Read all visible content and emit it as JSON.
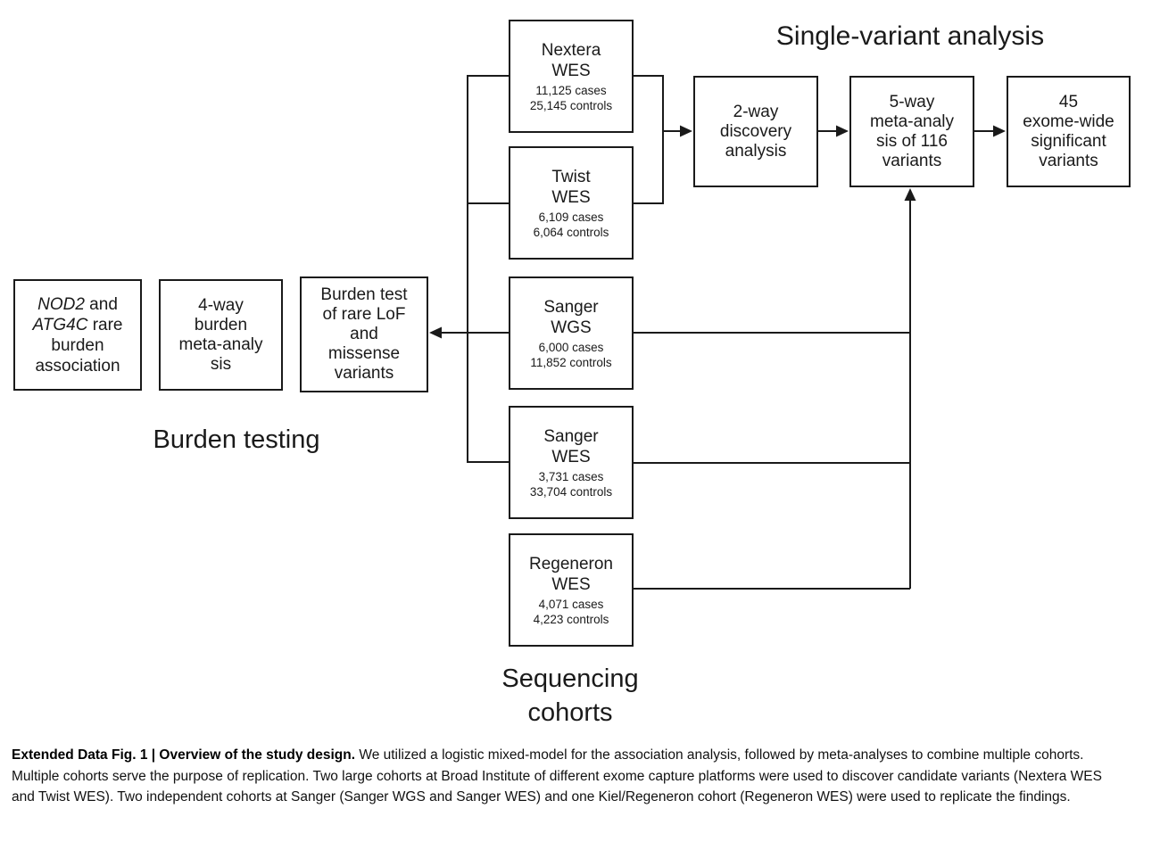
{
  "figure": {
    "titles": {
      "single_variant": "Single-variant analysis",
      "burden_testing": "Burden testing",
      "sequencing_line1": "Sequencing",
      "sequencing_line2": "cohorts"
    },
    "cohorts": [
      {
        "name_l1": "Nextera",
        "name_l2": "WES",
        "cases": "11,125 cases",
        "controls": "25,145 controls"
      },
      {
        "name_l1": "Twist",
        "name_l2": "WES",
        "cases": "6,109 cases",
        "controls": "6,064 controls"
      },
      {
        "name_l1": "Sanger",
        "name_l2": "WGS",
        "cases": "6,000 cases",
        "controls": "11,852 controls"
      },
      {
        "name_l1": "Sanger",
        "name_l2": "WES",
        "cases": "3,731 cases",
        "controls": "33,704 controls"
      },
      {
        "name_l1": "Regeneron",
        "name_l2": "WES",
        "cases": "4,071 cases",
        "controls": "4,223 controls"
      }
    ],
    "single_variant_flow": {
      "two_way": {
        "l1": "2-way",
        "l2": "discovery",
        "l3": "analysis"
      },
      "five_way": {
        "l1": "5-way",
        "l2": "meta-analy",
        "l3": "sis of 116",
        "l4": "variants"
      },
      "significant": {
        "l1": "45",
        "l2": "exome-wide",
        "l3": "significant",
        "l4": "variants"
      }
    },
    "burden_flow": {
      "nod2": {
        "l1_gene": "NOD2",
        "l1_rest": " and",
        "l2_gene": "ATG4C",
        "l2_rest": " rare",
        "l3": "burden",
        "l4": "association"
      },
      "four_way": {
        "l1": "4-way",
        "l2": "burden",
        "l3": "meta-analy",
        "l4": "sis"
      },
      "burden_test": {
        "l1": "Burden test",
        "l2": "of rare LoF",
        "l3": "and",
        "l4": "missense",
        "l5": "variants"
      }
    }
  },
  "caption": {
    "bold": "Extended Data Fig. 1 | Overview of the study design.",
    "rest": " We utilized a logistic mixed-model for the association analysis, followed by meta-analyses to combine multiple cohorts. Multiple cohorts serve the purpose of replication. Two large cohorts at Broad Institute of different exome capture platforms were used to discover candidate variants (Nextera WES and Twist WES). Two independent cohorts at Sanger (Sanger WGS and Sanger WES) and one Kiel/Regeneron cohort (Regeneron WES) were used to replicate the findings."
  },
  "colors": {
    "line": "#1a1a1a",
    "text": "#1a1a1a",
    "background": "#ffffff"
  }
}
